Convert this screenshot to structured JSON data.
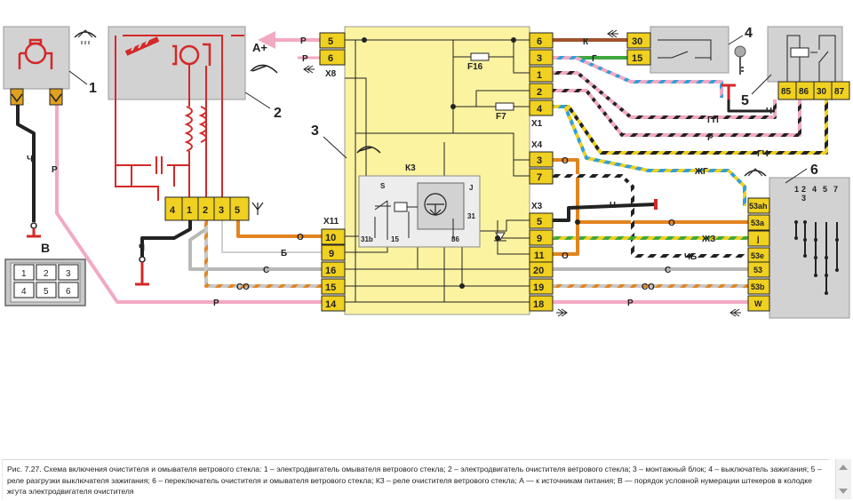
{
  "components": {
    "n1": "1",
    "n2": "2",
    "n3": "3",
    "n4": "4",
    "n5": "5",
    "n6": "6",
    "a_plus": "A+",
    "k3": "К3",
    "relay_s": "S",
    "relay_j": "J",
    "relay_31": "31",
    "relay_31b": "31b",
    "relay_15": "15",
    "relay_86": "86",
    "fuse_f16": "F16",
    "fuse_f7": "F7",
    "plug_b": "В",
    "plug_pins": [
      "1",
      "2",
      "3",
      "4",
      "5",
      "6"
    ],
    "switch_positions": [
      "1",
      "2",
      "4",
      "5",
      "7",
      "3"
    ]
  },
  "connectors": {
    "x8": "X8",
    "x1": "X1",
    "x4": "X4",
    "x3": "X3",
    "x11": "X11",
    "x8_pins": [
      "5",
      "6"
    ],
    "x1_pins": [
      "6",
      "3",
      "1",
      "2",
      "4"
    ],
    "x4_pins": [
      "3",
      "7"
    ],
    "x3_pins": [
      "5",
      "9",
      "11"
    ],
    "x11_pins": [
      "10",
      "9",
      "16",
      "15",
      "14"
    ],
    "bottom_right_pins": [
      "20",
      "19",
      "18"
    ],
    "wiper_motor_pins": [
      "4",
      "1",
      "2",
      "3",
      "5"
    ],
    "ignition_pins": [
      "30",
      "15"
    ],
    "relay5_pins": [
      "85",
      "86",
      "30",
      "87"
    ],
    "switch6_pins": [
      "53ah",
      "53a",
      "j",
      "53e",
      "53",
      "53b",
      "W"
    ]
  },
  "wire_labels": {
    "p1": "Р",
    "p2": "Р",
    "p3": "Р",
    "p4": "Р",
    "p5": "Р",
    "k": "К",
    "g": "Г",
    "gp": "ГП",
    "gch": "ГЧ",
    "zhg": "ЖГ",
    "o1": "О",
    "o2": "О",
    "o3": "О",
    "o4": "О",
    "ch1": "Ч",
    "ch2": "Ч",
    "ch3": "Ч",
    "ch4": "Ч",
    "zhz": "ЖЗ",
    "chb": "ЧБ",
    "b": "Б",
    "s1": "С",
    "s2": "С",
    "so1": "СО",
    "so2": "СО"
  },
  "colors": {
    "yellow_block": "#fbf3a0",
    "grey_block": "#d2d2d2",
    "red_circuit": "#d42828",
    "pink_wire": "#f2a9c4",
    "orange_wire": "#e38420",
    "blue_wire": "#2f9fd8",
    "green_wire": "#3fa83f"
  },
  "caption": "Рис. 7.27. Схема включения очистителя и омывателя ветрового стекла: 1 – электродвигатель омывателя ветрового стекла; 2 – электродвигатель очистителя ветрового стекла; 3 – монтажный блок; 4 – выключатель зажигания; 5 – реле разгрузки выключателя зажигания; 6 – переключатель очистителя и омывателя ветрового стекла; К3 – реле очистителя ветрового стекла; А — к источникам питания; В — порядок условной нумерации штекеров в колодке жгута электродвигателя очистителя"
}
